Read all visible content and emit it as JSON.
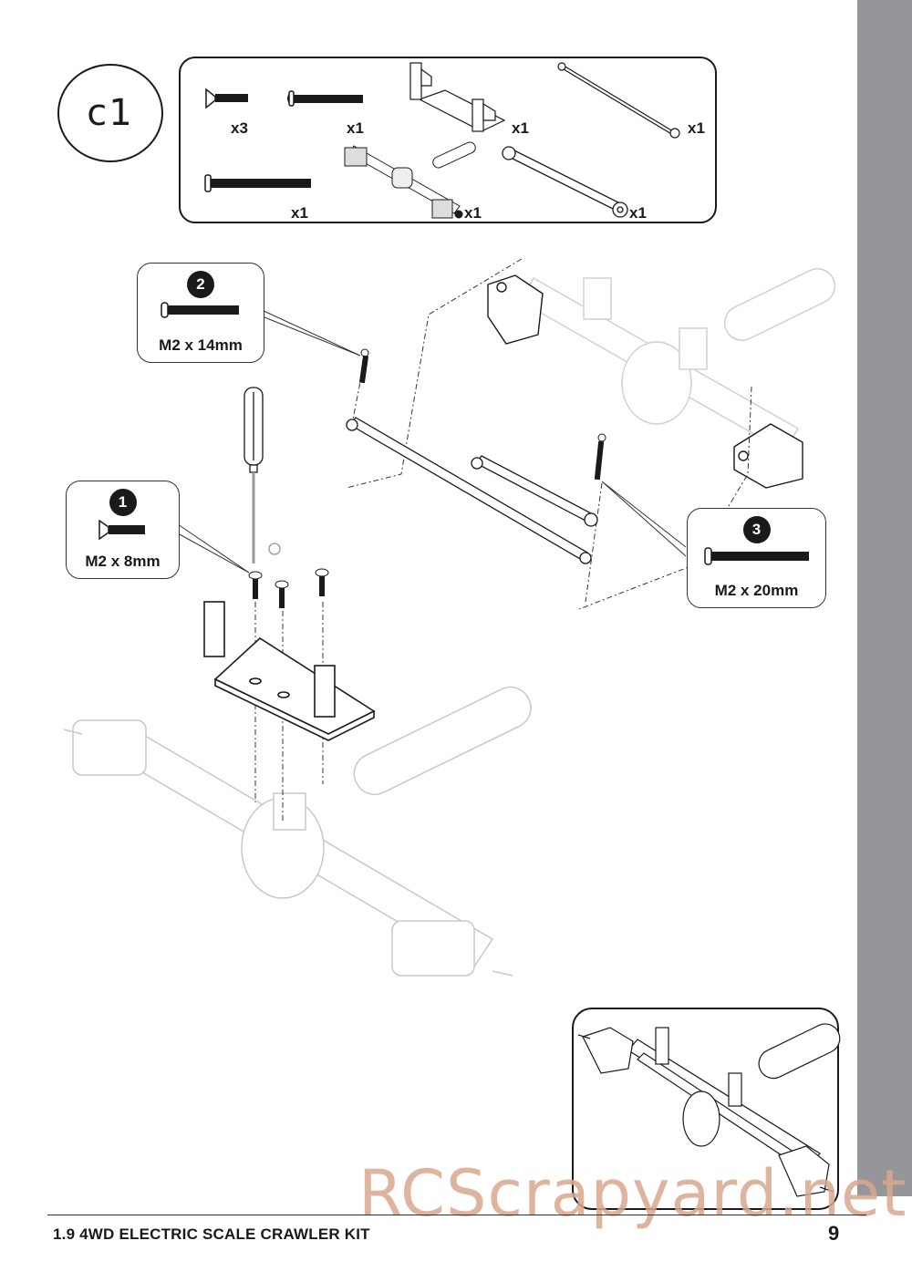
{
  "page": {
    "step_label": "c1",
    "footer_title": "1.9 4WD ELECTRIC SCALE CRAWLER KIT",
    "page_number": "9",
    "watermark": "RCScrapyard.net"
  },
  "parts_list": [
    {
      "part": "countersunk-screw",
      "qty": "x3"
    },
    {
      "part": "button-head-screw-medium",
      "qty": "x1"
    },
    {
      "part": "servo-mount-plate",
      "qty": "x1"
    },
    {
      "part": "long-steering-link",
      "qty": "x1"
    },
    {
      "part": "button-head-screw-long",
      "qty": "x1"
    },
    {
      "part": "front-axle-assembly",
      "qty": "x1"
    },
    {
      "part": "short-steering-link",
      "qty": "x1"
    }
  ],
  "callouts": [
    {
      "number": "1",
      "spec": "M2 x 8mm",
      "screw_type": "countersunk"
    },
    {
      "number": "2",
      "spec": "M2 x 14mm",
      "screw_type": "button-head"
    },
    {
      "number": "3",
      "spec": "M2 x 20mm",
      "screw_type": "button-head"
    }
  ],
  "colors": {
    "side_tab": "#96969a",
    "watermark": "#d9a88f",
    "ink": "#1a1a1a",
    "ghost": "#c8c8c8"
  }
}
